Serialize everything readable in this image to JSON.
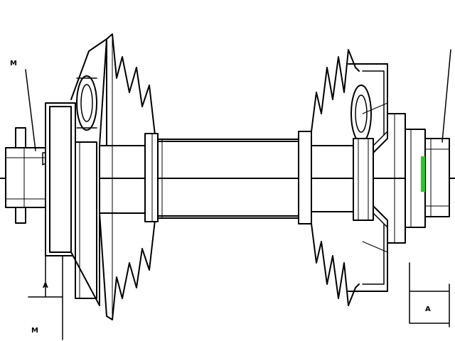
{
  "drawing": {
    "labels": {
      "top_left_callout": "M",
      "left_dimension_mark": "A",
      "bottom_left_callout": "M",
      "right_dimension_mark": "A"
    },
    "colors": {
      "line": "#000000",
      "background": "#ffffff",
      "accent": "#22cc22"
    }
  }
}
